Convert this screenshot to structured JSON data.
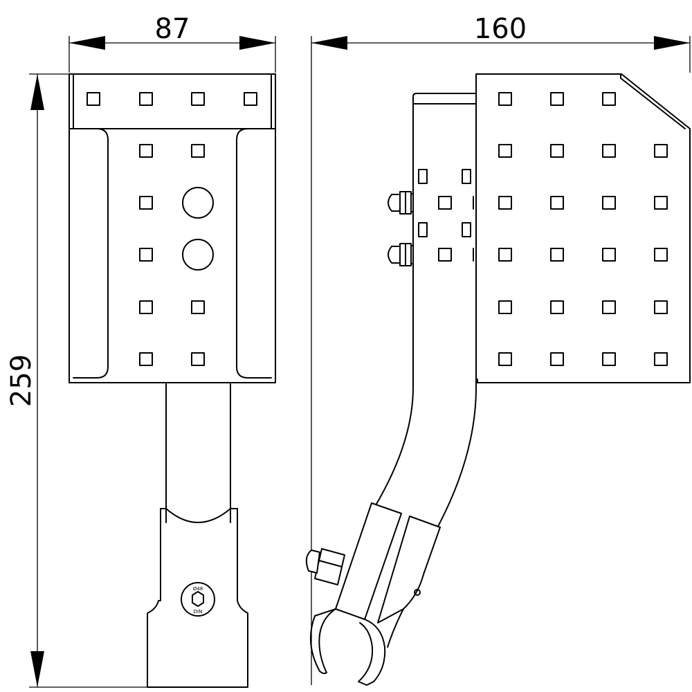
{
  "dimensions": {
    "front_width": "87",
    "side_width": "160",
    "height": "259"
  },
  "clamp_stamp": {
    "top_text": "Ø48",
    "bottom_text": "DIN",
    "icon": "hex-bolt-icon"
  },
  "colors": {
    "line": "#000000",
    "background": "#ffffff"
  }
}
